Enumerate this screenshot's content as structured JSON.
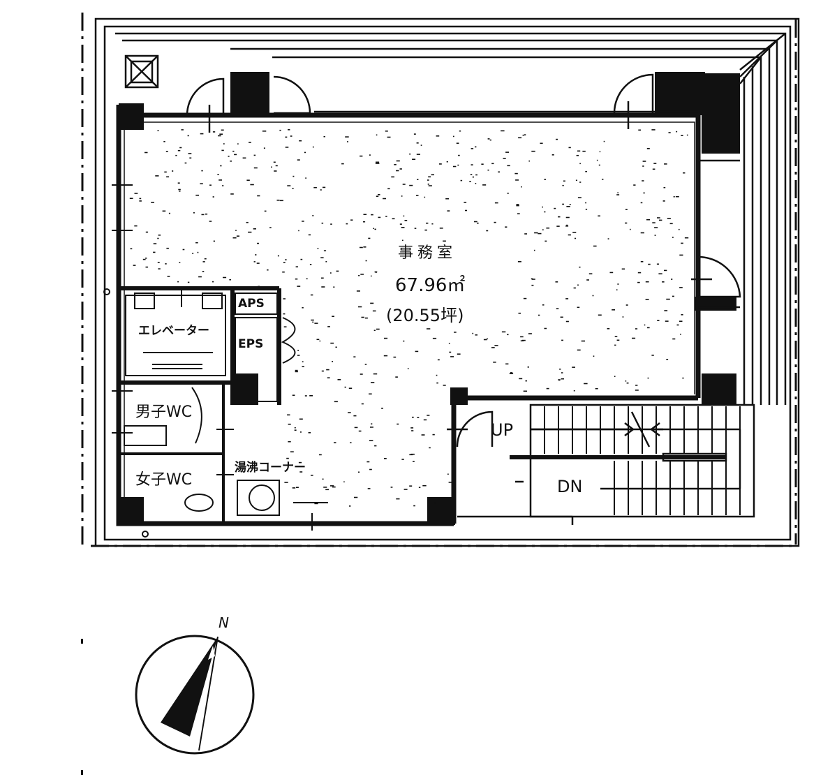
{
  "plan": {
    "office": {
      "name": "事務室",
      "area": "67.96㎡",
      "tsubo": "(20.55坪)"
    },
    "rooms": {
      "aps": "APS",
      "eps": "EPS",
      "elevator": "エレベーター",
      "mens_wc": "男子WC",
      "womens_wc": "女子WC",
      "kitchenette": "湯沸コーナー"
    },
    "stairs": {
      "up": "UP",
      "down": "DN"
    },
    "compass": {
      "north": "N"
    }
  }
}
